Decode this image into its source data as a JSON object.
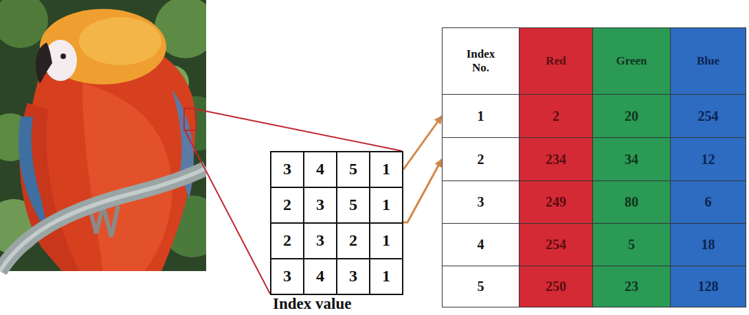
{
  "diagram": {
    "nodes": [
      {
        "text": [
          "3"
        ]
      },
      {
        "text": [
          "4"
        ]
      },
      {
        "text": [
          "5"
        ]
      },
      {
        "text": [
          "1"
        ]
      },
      {
        "text": [
          "2"
        ]
      },
      {
        "text": [
          "3"
        ]
      },
      {
        "text": [
          "5"
        ]
      },
      {
        "text": [
          "1"
        ]
      },
      {
        "text": [
          "2"
        ]
      },
      {
        "text": [
          "3"
        ]
      },
      {
        "text": [
          "2"
        ]
      },
      {
        "text": [
          "1"
        ]
      },
      {
        "text": [
          "3"
        ]
      },
      {
        "text": [
          "4"
        ]
      },
      {
        "text": [
          "3"
        ]
      },
      {
        "text": [
          "1"
        ]
      },
      {
        "text": [
          "Index No."
        ]
      },
      {
        "text": [
          "Red"
        ]
      },
      {
        "text": [
          "Green"
        ]
      },
      {
        "text": [
          "Blue"
        ]
      },
      {
        "text": [
          "1"
        ]
      },
      {
        "text": [
          "2"
        ]
      },
      {
        "text": [
          "20"
        ]
      },
      {
        "text": [
          "254"
        ]
      },
      {
        "text": [
          "2"
        ]
      },
      {
        "text": [
          "234"
        ]
      },
      {
        "text": [
          "34"
        ]
      },
      {
        "text": [
          "12"
        ]
      },
      {
        "text": [
          "3"
        ]
      },
      {
        "text": [
          "249"
        ]
      },
      {
        "text": [
          "80"
        ]
      },
      {
        "text": [
          "6"
        ]
      },
      {
        "text": [
          "4"
        ]
      },
      {
        "text": [
          "254"
        ]
      },
      {
        "text": [
          "5"
        ]
      },
      {
        "text": [
          "18"
        ]
      },
      {
        "text": [
          "5"
        ]
      },
      {
        "text": [
          "250"
        ]
      },
      {
        "text": [
          "23"
        ]
      },
      {
        "text": [
          "128"
        ]
      }
    ],
    "edges": [
      {
        "from": 3,
        "to": 20,
        "arrow": "to"
      },
      {
        "from": 10,
        "to": 24,
        "arrow": "to"
      }
    ],
    "labels": [
      "Index value"
    ]
  }
}
